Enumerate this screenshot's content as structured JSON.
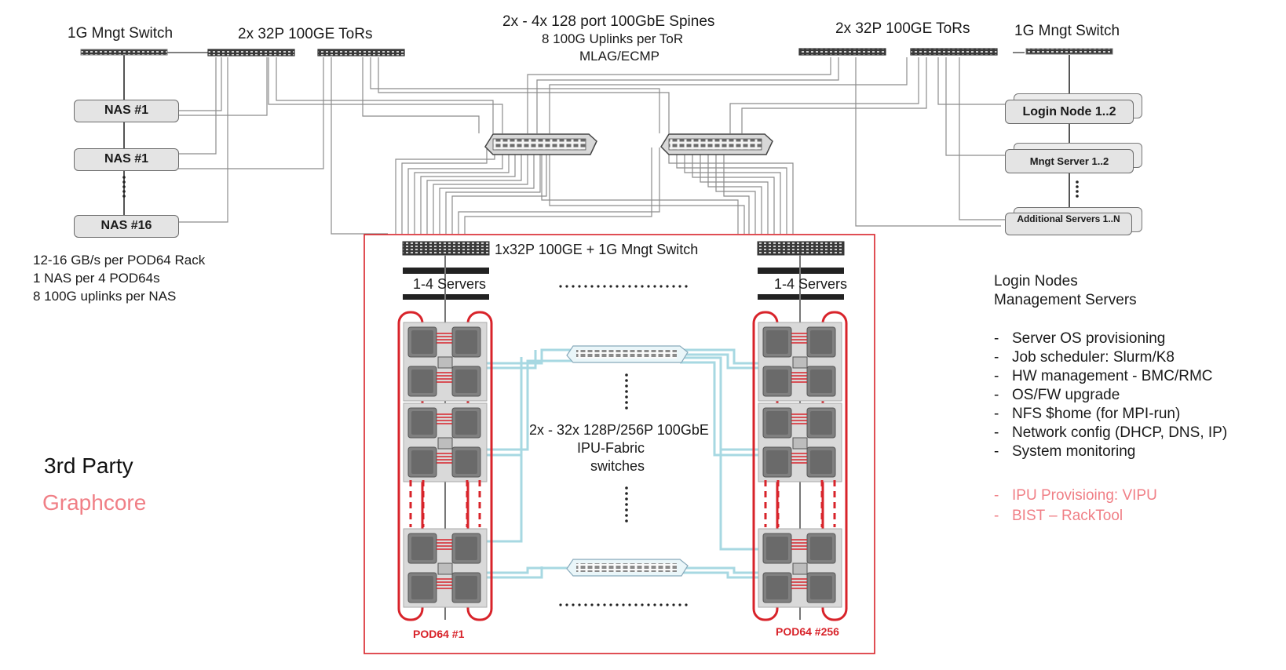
{
  "spines": {
    "title_line1": "2x - 4x 128 port 100GbE Spines",
    "title_line2": "8 100G Uplinks per ToR",
    "title_line3": "MLAG/ECMP"
  },
  "left": {
    "mgmt_switch": "1G Mngt Switch",
    "tors": "2x 32P 100GE ToRs",
    "nas": [
      "NAS #1",
      "NAS #1",
      "NAS #16"
    ],
    "notes": [
      "12-16 GB/s per POD64 Rack",
      "1 NAS per 4 POD64s",
      "8 100G uplinks per NAS"
    ]
  },
  "right": {
    "tors": "2x 32P 100GE ToRs",
    "mgmt_switch": "1G Mngt Switch",
    "servers": [
      "Login Node 1..2",
      "Mngt Server 1..2",
      "Additional Servers 1..N"
    ]
  },
  "pods": {
    "tor_label": "1x32P 100GE + 1G Mngt Switch",
    "servers_label": "1-4  Servers",
    "fabric_line1": "2x - 32x 128P/256P 100GbE",
    "fabric_line2": "IPU-Fabric",
    "fabric_line3": "switches",
    "pod_first": "POD64 #1",
    "pod_last": "POD64 #256"
  },
  "legend": {
    "third_party": "3rd Party",
    "graphcore": "Graphcore"
  },
  "features": {
    "heading1": "Login Nodes",
    "heading2": "Management Servers",
    "items": [
      "Server OS provisioning",
      "Job scheduler: Slurm/K8",
      "HW management - BMC/RMC",
      "OS/FW upgrade",
      "NFS $home (for MPI-run)",
      "Network config (DHCP, DNS, IP)",
      "System monitoring"
    ],
    "graphcore_items": [
      "IPU Provisioing: VIPU",
      "BIST – RackTool"
    ]
  },
  "colors": {
    "third_party": "#111111",
    "graphcore": "#f07f86",
    "pod_border": "#d8232a",
    "fabric_link": "#9fd3de",
    "cable": "#8a8a8a"
  }
}
